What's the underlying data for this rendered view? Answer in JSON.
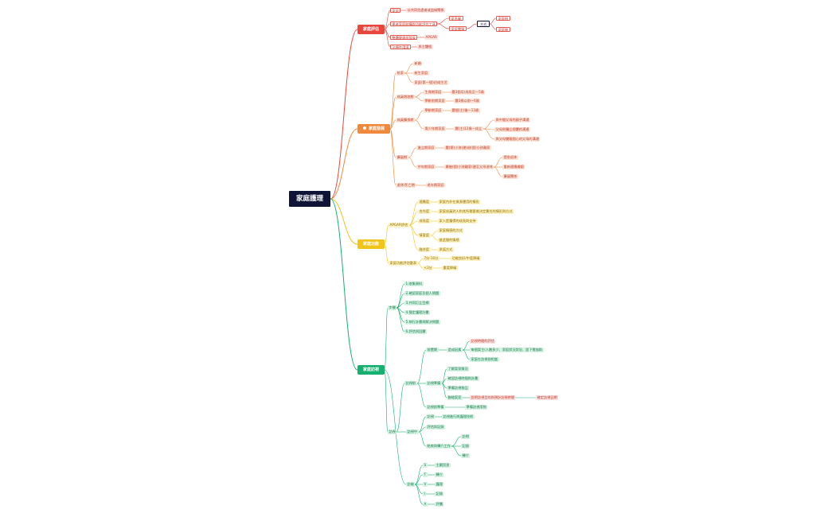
{
  "root": "家庭護理",
  "colors": {
    "red": "#e8463c",
    "orange": "#ef8a3c",
    "yellow": "#f0c419",
    "green": "#16b070",
    "root": "#0f1437"
  },
  "assessment": {
    "title": "家庭評估",
    "a1": "家庭",
    "a1v": "以共同住處者或血緣關係",
    "a2": "患者家庭結構與功能評估工具",
    "a2c1": "家系圖",
    "a2c2": "家庭關懷",
    "a2m": "方式",
    "a2m1": "家庭樹",
    "a2m2": "家庭圈",
    "a3": "整體健康與發展",
    "a3v": "APGAR",
    "a4": "治療性環境",
    "a4v": "與主體經"
  },
  "development": {
    "title": "家庭發展",
    "c1": "核家",
    "c1a": "新婚",
    "c1b": "新生家庭",
    "c1c": "家庭(第一個)初成生活",
    "c2": "成員增加期",
    "c2a": "生育期家庭",
    "c2av": "嬰3個月(成長至一5歲",
    "c2b": "學齡前期家庭",
    "c2bv": "嬰3歲以前一6歲",
    "c3": "成員擴張期",
    "c3a": "學齡期家庭",
    "c3av": "嬰個(主)後一13歲",
    "c3b": "青少年期家庭",
    "c3bv": "嬰(主)13歲一成立",
    "c3b1": "與中間父母的親子溝通",
    "c3b2": "父母與獨立個體的溝通",
    "c3b3": "與父母雙親間心的父母的溝通",
    "c4": "擴展期",
    "c4a": "進立期家庭",
    "c4av": "嬰(第)小孩(邊)退(個)小孩離家",
    "c4b": "中年期家庭",
    "c4bv": "最後(個)小孩離家(邊至父母退休",
    "c4b1": "提前退休",
    "c4b2": "重新適應婚姻",
    "c4b3": "擴展關係",
    "c5": "退休/死亡期",
    "c5v": "老年期家庭"
  },
  "function": {
    "title": "家庭功能",
    "f1": "APGAR評估",
    "f1a": "適應度",
    "f1av": "家庭內外在資源運用的情形",
    "f1b": "合作度",
    "f1bv": "家庭成員對人和其所需要做決定責任的情形與方式",
    "f1c": "成長度",
    "f1cv": "家人是獲得的成長與支持",
    "f1d": "情愛度",
    "f1d1": "家庭情感的方式",
    "f1d2": "彼此間的情感",
    "f1e": "融合度",
    "f1ev": "承諾方式",
    "f2": "家庭功能評估量表",
    "f2a": "7分-10分",
    "f2av": "功能良好/中度障礙",
    "f2b": "<3分",
    "f2bv": "重度障礙"
  },
  "visit": {
    "title": "家庭訪視",
    "s1": "步驟",
    "s1a": "1.收集資料",
    "s1b": "2.確認家庭及個人問題",
    "s1c": "3.共同訂立目標",
    "s1d": "4.擬定護理計畫",
    "s1e": "5.執行計畫與解決問題",
    "s1f": "6.評估與回饋",
    "s2": "訪視",
    "s2a": "訪視前",
    "s2a1": "前置期",
    "s2a1x": "造成因素",
    "s2a1x1": "訪視時間的評估",
    "s2a1x2": "每個案主(人數多少、家庭狀況狀況、居下需協助",
    "s2a1x3": "家庭在訪視前相當",
    "s2a2": "訪視準備",
    "s2a2a": "了解案家情況",
    "s2a2b": "確認訪視時間與計畫",
    "s2a2c": "準備訪視物品",
    "s2a2d": "聯絡案家",
    "s2a2dv": "說明訪視目的與預計訪視時間",
    "s2a2dv2": "確定訪視日期",
    "s2a3": "訪視前準備",
    "s2a3v": "準備訪視用物",
    "s2b": "訪視中",
    "s2b1": "訪視",
    "s2b1v": "訪視進行與護理技術",
    "s2b2": "評估與記錄",
    "s2b3": "結束與轉介工作",
    "s2b3a": "訪問",
    "s2b3b": "記錄",
    "s2b3c": "轉介",
    "s3": "訪後",
    "s3a": "S",
    "s3av": "主觀訊息",
    "s3b": "T",
    "s3bv": "轉介",
    "s3c": "V",
    "s3cv": "護理",
    "s3d": "I",
    "s3dv": "記錄",
    "s3e": "A",
    "s3ev": "評價"
  }
}
